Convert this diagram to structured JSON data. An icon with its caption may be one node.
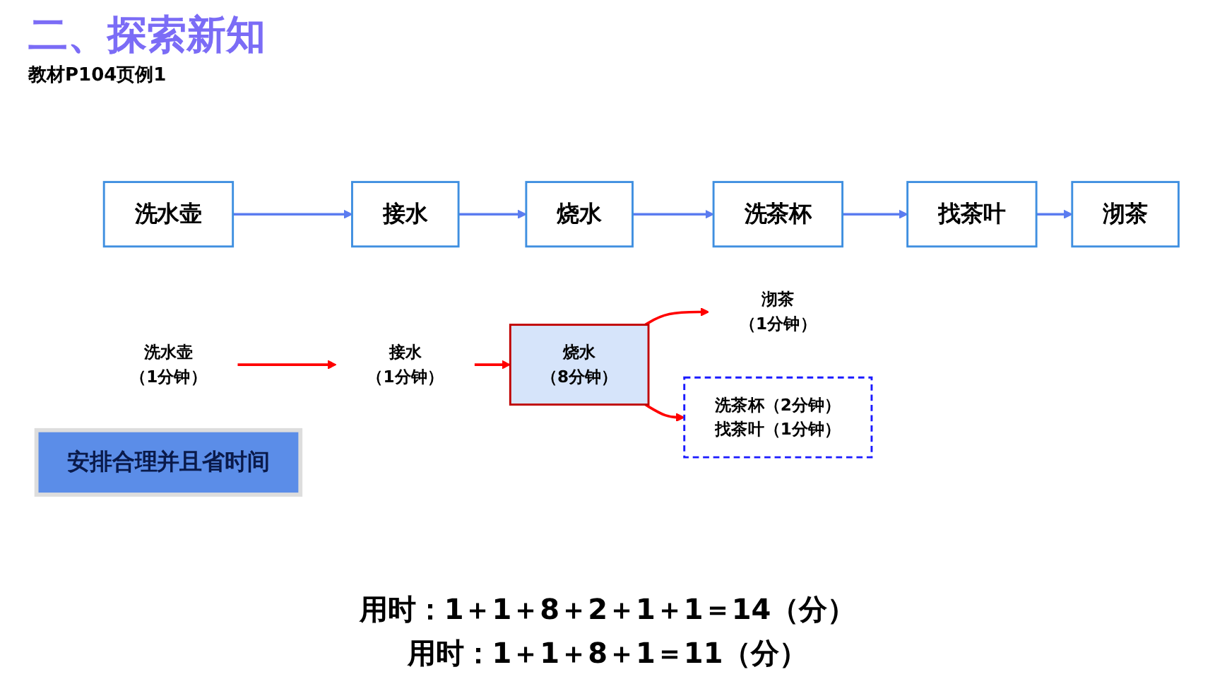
{
  "diagram": {
    "title": "二、探索新知",
    "nodes": [
      {
        "text": [
          "洗水壶"
        ]
      },
      {
        "text": [
          "接水"
        ]
      },
      {
        "text": [
          "烧水"
        ]
      },
      {
        "text": [
          "洗茶杯"
        ]
      },
      {
        "text": [
          "找茶叶"
        ]
      },
      {
        "text": [
          "沏茶"
        ]
      },
      {
        "text": [
          "洗水壶",
          "（1分钟）"
        ]
      },
      {
        "text": [
          "接水",
          "（1分钟）"
        ]
      },
      {
        "text": [
          "烧水",
          "（8分钟）"
        ]
      },
      {
        "text": [
          "沏茶",
          "（1分钟）"
        ]
      },
      {
        "text": [
          "洗茶杯（2分钟）",
          "找茶叶（1分钟）"
        ]
      },
      {
        "text": [
          "安排合理并且省时间"
        ]
      }
    ],
    "edges": [
      {
        "from": 0,
        "to": 1,
        "arrow": "to",
        "color": "#5b7cf0"
      },
      {
        "from": 1,
        "to": 2,
        "arrow": "to",
        "color": "#5b7cf0"
      },
      {
        "from": 2,
        "to": 3,
        "arrow": "to",
        "color": "#5b7cf0"
      },
      {
        "from": 3,
        "to": 4,
        "arrow": "to",
        "color": "#5b7cf0"
      },
      {
        "from": 4,
        "to": 5,
        "arrow": "to",
        "color": "#5b7cf0"
      },
      {
        "from": 6,
        "to": 7,
        "arrow": "to",
        "color": "#ff0000"
      },
      {
        "from": 7,
        "to": 8,
        "arrow": "to",
        "color": "#ff0000"
      },
      {
        "from": 8,
        "to": 9,
        "arrow": "to",
        "color": "#ff0000"
      },
      {
        "from": 8,
        "to": 10,
        "arrow": "to",
        "color": "#ff0000"
      }
    ],
    "labels": [
      "教材P104页例1",
      "用时：1＋1＋8＋2＋1＋1＝14（分）",
      "用时：1＋1＋8＋1＝11（分）"
    ]
  }
}
